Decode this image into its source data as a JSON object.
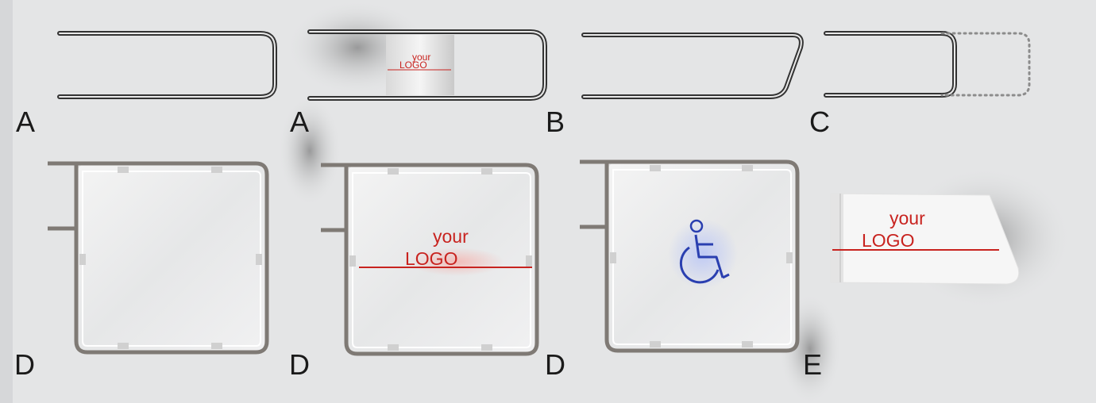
{
  "variants": [
    {
      "letter": "A"
    },
    {
      "letter": "A"
    },
    {
      "letter": "B"
    },
    {
      "letter": "C"
    },
    {
      "letter": "D"
    },
    {
      "letter": "D"
    },
    {
      "letter": "D"
    },
    {
      "letter": "E"
    }
  ],
  "logo": {
    "line1": "your",
    "line2": "LOGO"
  },
  "colors": {
    "background": "#e4e5e6",
    "rail_dark": "#3c3c3c",
    "rail_light": "#e8e8e8",
    "frame": "#8a8580",
    "panel": "#eeeff0",
    "logo_red": "#c8231f",
    "accessibility_blue": "#2a3fb0"
  },
  "icons": [
    "wheelchair-accessibility-icon"
  ]
}
